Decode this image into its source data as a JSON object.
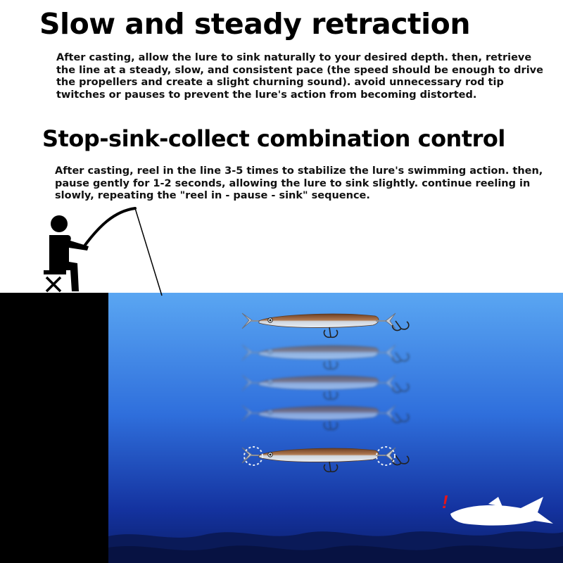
{
  "section1": {
    "heading": "Slow and steady retraction",
    "body": "After casting, allow the lure to sink naturally to your desired depth. then, retrieve the line at a steady, slow, and consistent pace (the speed should be enough to drive the propellers and create a slight churning sound). avoid unnecessary rod tip twitches or pauses to prevent the lure's action from becoming distorted."
  },
  "section2": {
    "heading": "Stop-sink-collect combination control",
    "body": "After casting, reel in the line 3-5 times to stabilize the lure's swimming action. then, pause gently for 1-2 seconds, allowing the lure to sink slightly. continue reeling in slowly, repeating the \"reel in - pause - sink\" sequence."
  },
  "illustration": {
    "alert_mark": "!",
    "icons": [
      "fisherman-icon",
      "fishing-rod-icon",
      "stool-icon",
      "lure-icon",
      "predator-fish-icon",
      "exclamation-icon"
    ],
    "colors": {
      "water_top": "#5aa6f2",
      "water_bottom": "#0b1f6a",
      "bank": "#000000",
      "alert": "#e3161b",
      "lure_back": "#7a4a2a",
      "lure_belly": "#d8dfe8"
    }
  }
}
